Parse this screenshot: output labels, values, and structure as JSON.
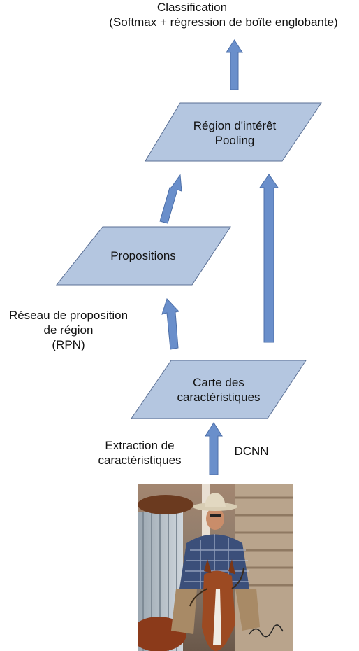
{
  "colors": {
    "shape_fill": "#b4c6e0",
    "shape_stroke": "#5a6f94",
    "arrow_fill": "#6a8fcb",
    "arrow_stroke": "#4d6fa8"
  },
  "top_label": {
    "line1": "Classification",
    "line2": "(Softmax + régression de boîte englobante)"
  },
  "nodes": {
    "roi_pooling": {
      "line1": "Région d'intérêt",
      "line2": "Pooling"
    },
    "proposals": {
      "line1": "Propositions"
    },
    "feature_map": {
      "line1": "Carte des",
      "line2": "caractéristiques"
    }
  },
  "labels": {
    "rpn": {
      "line1": "Réseau de proposition",
      "line2": "de région",
      "line3": "(RPN)"
    },
    "extraction": {
      "line1": "Extraction de",
      "line2": "caractéristiques"
    },
    "dcnn": "DCNN"
  },
  "input_image": {
    "description_icon": "cowboy-horse-photo"
  }
}
